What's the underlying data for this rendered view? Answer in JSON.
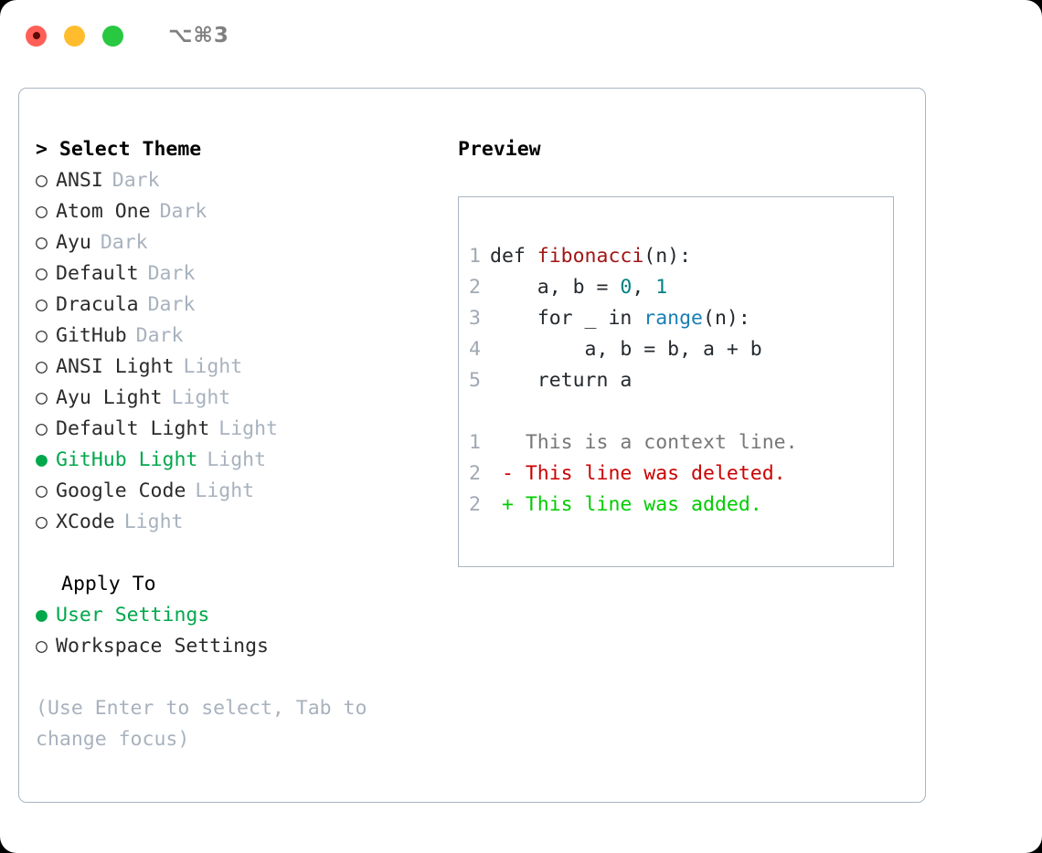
{
  "titlebar": {
    "shortcut": "⌥⌘3",
    "lights": [
      {
        "name": "close",
        "color": "#FF5F57"
      },
      {
        "name": "minimize",
        "color": "#FFBD2E"
      },
      {
        "name": "maximize",
        "color": "#28C840"
      }
    ]
  },
  "theme_selector": {
    "heading": "> Select Theme",
    "bullet_unselected": "○",
    "bullet_selected": "●",
    "selected_color": "#00A84B",
    "items": [
      {
        "name": "ANSI",
        "variant": "Dark",
        "selected": false
      },
      {
        "name": "Atom One",
        "variant": "Dark",
        "selected": false
      },
      {
        "name": "Ayu",
        "variant": "Dark",
        "selected": false
      },
      {
        "name": "Default",
        "variant": "Dark",
        "selected": false
      },
      {
        "name": "Dracula",
        "variant": "Dark",
        "selected": false
      },
      {
        "name": "GitHub",
        "variant": "Dark",
        "selected": false
      },
      {
        "name": "ANSI Light",
        "variant": "Light",
        "selected": false
      },
      {
        "name": "Ayu Light",
        "variant": "Light",
        "selected": false
      },
      {
        "name": "Default Light",
        "variant": "Light",
        "selected": false
      },
      {
        "name": "GitHub Light",
        "variant": "Light",
        "selected": true
      },
      {
        "name": "Google Code",
        "variant": "Light",
        "selected": false
      },
      {
        "name": "XCode",
        "variant": "Light",
        "selected": false
      }
    ]
  },
  "apply_to": {
    "heading": "Apply To",
    "options": [
      {
        "name": "User Settings",
        "selected": true
      },
      {
        "name": "Workspace Settings",
        "selected": false
      }
    ]
  },
  "hint": "(Use Enter to select, Tab to change focus)",
  "preview": {
    "heading": "Preview",
    "code_lines": [
      {
        "number": "1",
        "tokens": [
          {
            "text": "def ",
            "type": "plain"
          },
          {
            "text": "fibonacci",
            "type": "func"
          },
          {
            "text": "(n):",
            "type": "plain"
          }
        ]
      },
      {
        "number": "2",
        "tokens": [
          {
            "text": "    a, b = ",
            "type": "plain"
          },
          {
            "text": "0",
            "type": "num"
          },
          {
            "text": ", ",
            "type": "plain"
          },
          {
            "text": "1",
            "type": "num"
          }
        ]
      },
      {
        "number": "3",
        "tokens": [
          {
            "text": "    for _ in ",
            "type": "plain"
          },
          {
            "text": "range",
            "type": "kw"
          },
          {
            "text": "(n):",
            "type": "plain"
          }
        ]
      },
      {
        "number": "4",
        "tokens": [
          {
            "text": "        a, b = b, a + b",
            "type": "plain"
          }
        ]
      },
      {
        "number": "5",
        "tokens": [
          {
            "text": "    return a",
            "type": "plain"
          }
        ]
      }
    ],
    "diff_lines": [
      {
        "number": "1",
        "marker": " ",
        "text": " This is a context line.",
        "kind": "ctx"
      },
      {
        "number": "2",
        "marker": "-",
        "text": " This line was deleted.",
        "kind": "del"
      },
      {
        "number": "2",
        "marker": "+",
        "text": " This line was added.",
        "kind": "add"
      }
    ],
    "colors": {
      "function": "#A31515",
      "keyword": "#1A7FB5",
      "number": "#008080",
      "context": "#777777",
      "deleted": "#CC0000",
      "added": "#00CC00",
      "gutter": "#A0A8B4"
    }
  }
}
